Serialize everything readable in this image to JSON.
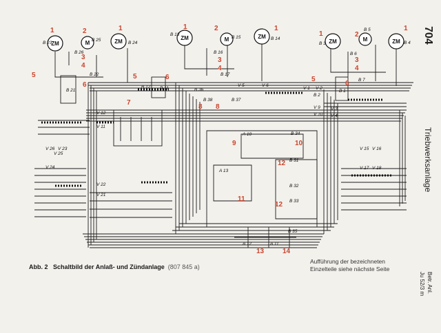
{
  "header": {
    "page_number": "704",
    "section_title": "Triebwerksanlage"
  },
  "margin": {
    "ref_line_1": "Betr. Anl.",
    "ref_line_2": "Ju 52/3 m"
  },
  "caption": {
    "figure_label": "Abb. 2",
    "title": "Schaltbild der Anlaß- und Zündanlage",
    "drawing_code": "(807 845 a)"
  },
  "note": {
    "line1": "Aufführung der bezeichneten",
    "line2": "Einzelteile siehe nächste Seite"
  },
  "components": {
    "left_group": {
      "mag1": "ZM",
      "motor": "M",
      "mag2": "ZM",
      "b23": "B 23",
      "b24": "B 24",
      "b25": "B 25",
      "b26": "B 26",
      "b21": "B 21",
      "b22": "B 22"
    },
    "center_group": {
      "mag1": "ZM",
      "motor": "M",
      "mag2": "ZM",
      "b13": "B 13",
      "b14": "B 14",
      "b15": "B 15",
      "b16": "B 16",
      "b17": "B 17",
      "b11": "B 11",
      "b12": "B 12"
    },
    "right_group": {
      "mag1": "ZM",
      "motor": "M",
      "mag2": "ZM",
      "b3": "B 3",
      "b4": "B 4",
      "b5": "B 5",
      "b6": "B 6",
      "b7": "B 7",
      "b1": "B 1",
      "b2": "B 2"
    },
    "middle": {
      "b36": "B 36",
      "b38": "B 38",
      "b37": "B 37",
      "b34": "B 34",
      "a10": "A 10",
      "b31": "B 31",
      "b32": "B 32",
      "b33": "B 33",
      "a13": "A 13",
      "a12": "A 12",
      "a11": "A 11",
      "b35": "B 35"
    },
    "strips": {
      "v12": "V 12",
      "v11": "V 11",
      "v6": "V 6",
      "v5": "V 5",
      "v9": "V 9",
      "v10": "V 10",
      "v3": "V 3",
      "v4": "V 4",
      "v1": "V 1",
      "v2": "V 2",
      "v26": "V 26",
      "v25": "V 25",
      "v24": "V 24",
      "v23": "V 23",
      "v22": "V 22",
      "v21": "V 21",
      "v15": "V 15",
      "v16": "V 16",
      "v17": "V 17",
      "v18": "V 18"
    }
  },
  "callouts": [
    "1",
    "2",
    "3",
    "4",
    "5",
    "6",
    "7",
    "8",
    "9",
    "10",
    "11",
    "12",
    "13",
    "14"
  ]
}
